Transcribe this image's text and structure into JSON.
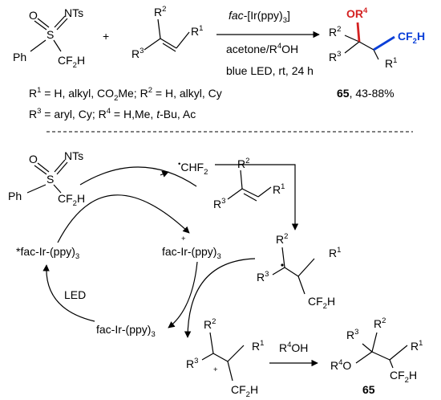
{
  "reaction": {
    "reagent_sulfoximine": {
      "ph": "Ph",
      "s": "S",
      "o": "O",
      "nts": "NTs",
      "cf2h": "CF",
      "cf2h_sub": "2",
      "cf2h_h": "H"
    },
    "plus": "+",
    "alkene": {
      "r2": "R",
      "r2_sup": "2",
      "r3": "R",
      "r3_sup": "3",
      "r1": "R",
      "r1_sup": "1"
    },
    "arrow": {
      "catalyst_prefix": "fac",
      "catalyst_rest": "-[Ir(ppy)",
      "catalyst_sub": "3",
      "catalyst_close": "]",
      "solvent_a": "acetone/R",
      "solvent_sup": "4",
      "solvent_b": "OH",
      "conditions": "blue LED, rt, 24 h"
    },
    "product": {
      "o": "O",
      "r4": "R",
      "r4_sup": "4",
      "r2": "R",
      "r2_sup": "2",
      "r3": "R",
      "r3_sup": "3",
      "r1": "R",
      "r1_sup": "1",
      "cf2h": "CF",
      "cf2h_sub": "2",
      "cf2h_h": "H"
    },
    "scope_line1": {
      "a": "R",
      "a_sup": "1",
      "b": " = H, alkyl, CO",
      "b_sub": "2",
      "c": "Me; R",
      "c_sup": "2",
      "d": " = H, alkyl, Cy"
    },
    "scope_line2": {
      "a": "R",
      "a_sup": "3",
      "b": " = aryl, Cy; R",
      "b_sup": "4",
      "c": " = H,Me, ",
      "c_ital": "t",
      "d": "-Bu, Ac"
    },
    "product_label": "65",
    "yield": ", 43-88%"
  },
  "mechanism": {
    "reagent": {
      "ph": "Ph",
      "s": "S",
      "o": "O",
      "nts": "NTs",
      "cf2h": "CF",
      "cf2h_sub": "2",
      "cf2h_h": "H"
    },
    "radical": {
      "dot": "•",
      "text": "CHF",
      "sub": "2"
    },
    "alkene": {
      "r2": "R",
      "r2_sup": "2",
      "r3": "R",
      "r3_sup": "3",
      "r1": "R",
      "r1_sup": "1"
    },
    "excited_catalyst": {
      "text": "*fac-Ir-(ppy)",
      "sub": "3"
    },
    "oxidized_catalyst": {
      "plus": "+",
      "text": "fac-Ir-(ppy)",
      "sub": "3"
    },
    "ground_catalyst": {
      "text": "fac-Ir-(ppy)",
      "sub": "3"
    },
    "led": "LED",
    "radical_intermediate": {
      "r2": "R",
      "r2_sup": "2",
      "r3": "R",
      "r3_sup": "3",
      "r1": "R",
      "r1_sup": "1",
      "cf2h": "CF",
      "cf2h_sub": "2",
      "cf2h_h": "H"
    },
    "cation_intermediate": {
      "r2": "R",
      "r2_sup": "2",
      "r3": "R",
      "r3_sup": "3",
      "plus": "+",
      "r1": "R",
      "r1_sup": "1",
      "cf2h": "CF",
      "cf2h_sub": "2",
      "cf2h_h": "H"
    },
    "step_reagent": {
      "text": "R",
      "sup": "4",
      "rest": "OH"
    },
    "final_product": {
      "r3": "R",
      "r3_sup": "3",
      "r2": "R",
      "r2_sup": "2",
      "r4": "R",
      "r4_sup": "4",
      "o": "O",
      "r1": "R",
      "r1_sup": "1",
      "cf2h": "CF",
      "cf2h_sub": "2",
      "cf2h_h": "H"
    },
    "product_label": "65"
  }
}
